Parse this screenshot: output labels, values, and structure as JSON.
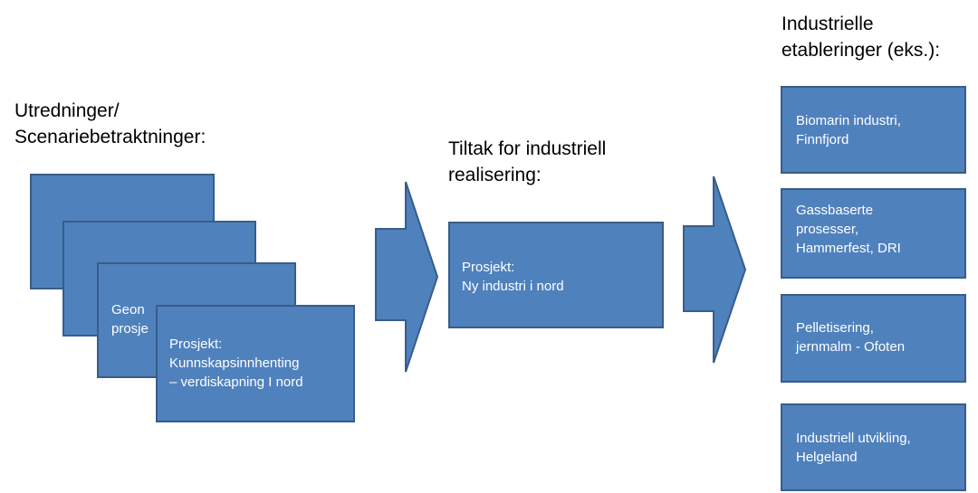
{
  "left_column": {
    "heading": [
      "Utredninger/",
      "Scenariebetraktninger:"
    ],
    "card_back_2": {
      "label": [
        "Geon",
        "prosje"
      ]
    },
    "card_front": {
      "label": [
        "Prosjekt:",
        "Kunnskapsinnhenting",
        "– verdiskapning I nord"
      ]
    }
  },
  "middle_column": {
    "heading": [
      "Tiltak for industriell",
      "realisering:"
    ],
    "project_box": {
      "label": [
        "Prosjekt:",
        "Ny industri i nord"
      ]
    }
  },
  "right_column": {
    "heading": [
      "Industrielle",
      "etableringer (eks.):"
    ],
    "items": [
      {
        "label": [
          "Biomarin industri,",
          "Finnfjord"
        ]
      },
      {
        "label": [
          "Gassbaserte",
          "prosesser,",
          "Hammerfest, DRI"
        ]
      },
      {
        "label": [
          "Pelletisering,",
          "jernmalm  - Ofoten"
        ]
      },
      {
        "label": [
          "Industriell  utvikling,",
          "Helgeland"
        ]
      }
    ]
  },
  "colors": {
    "box_fill": "#4f81bd",
    "box_border": "#385d8a",
    "text_on_box": "#ffffff"
  }
}
